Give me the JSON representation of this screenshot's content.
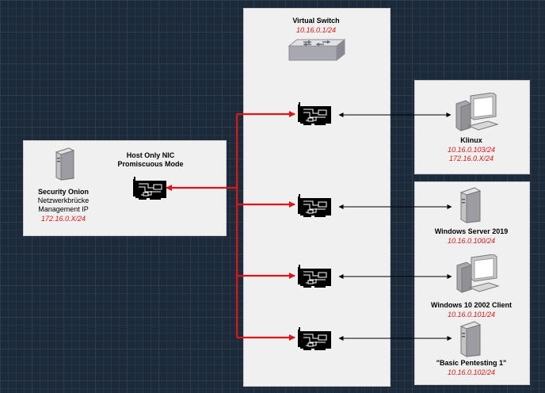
{
  "colors": {
    "link": "#e01414",
    "ip": "#e01414",
    "panel": "#f0f0f0"
  },
  "switch": {
    "title": "Virtual Switch",
    "ip": "10.16.0.1/24",
    "icon": "network-switch-icon"
  },
  "onion": {
    "nic_label_1": "Host Only NIC",
    "nic_label_2": "Promiscuous Mode",
    "name": "Security Onion",
    "line2": "Netzwerkbrücke",
    "line3": "Management IP",
    "ip": "172.16.0.X/24"
  },
  "klinux": {
    "name": "Klinux",
    "ip1": "10.16.0.103/24",
    "ip2": "172.16.0.X/24"
  },
  "servers": [
    {
      "name": "Windows Server 2019",
      "ip": "10.16.0.100/24"
    },
    {
      "name": "Windows 10 2002 Client",
      "ip": "10.16.0.101/24"
    },
    {
      "name": "\"Basic Pentesting 1\"",
      "ip": "10.16.0.102/24"
    }
  ]
}
